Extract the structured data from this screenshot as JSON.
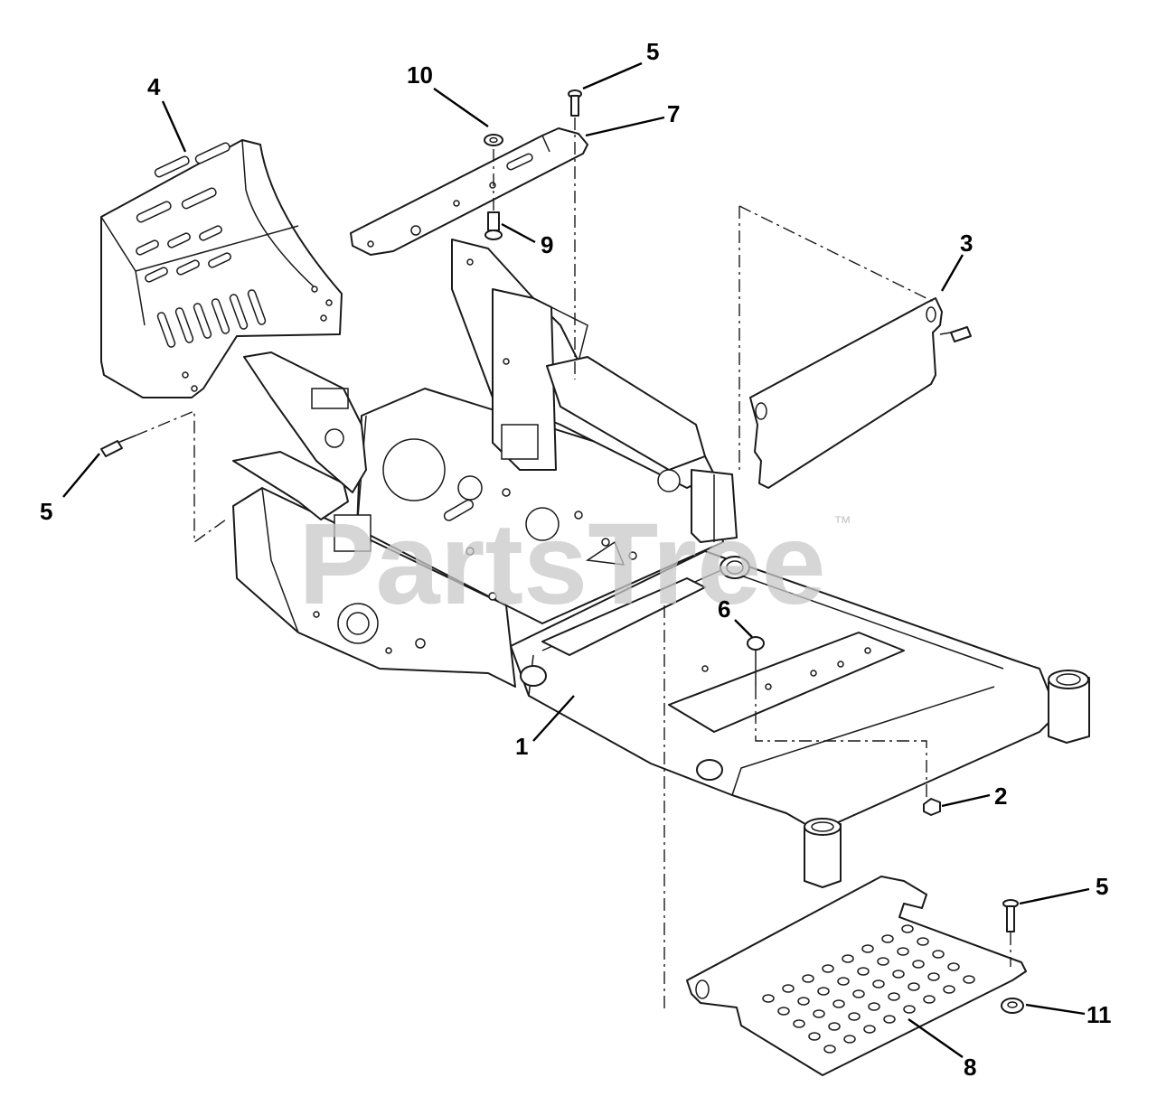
{
  "watermark": {
    "text": "PartsTree",
    "trademark": "™"
  },
  "callouts": [
    {
      "id": "callout-1",
      "label": "1"
    },
    {
      "id": "callout-2",
      "label": "2"
    },
    {
      "id": "callout-3",
      "label": "3"
    },
    {
      "id": "callout-4",
      "label": "4"
    },
    {
      "id": "callout-5a",
      "label": "5"
    },
    {
      "id": "callout-5b",
      "label": "5"
    },
    {
      "id": "callout-5c",
      "label": "5"
    },
    {
      "id": "callout-6",
      "label": "6"
    },
    {
      "id": "callout-7",
      "label": "7"
    },
    {
      "id": "callout-8",
      "label": "8"
    },
    {
      "id": "callout-9",
      "label": "9"
    },
    {
      "id": "callout-10",
      "label": "10"
    },
    {
      "id": "callout-11",
      "label": "11"
    }
  ]
}
